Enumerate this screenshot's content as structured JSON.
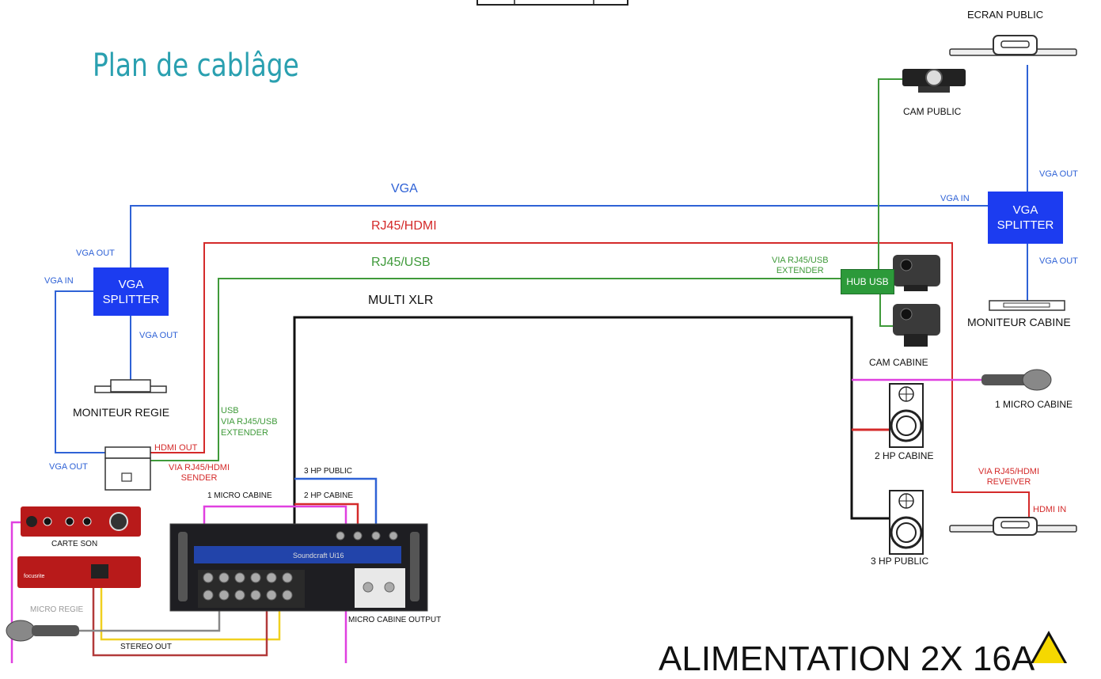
{
  "title": "Plan de cablâge",
  "colors": {
    "vga": "#2f62d6",
    "rj45_hdmi": "#d42a2a",
    "rj45_usb": "#3f9a3a",
    "multi_xlr": "#111111",
    "micro": "#e040e0",
    "stereo": "#f0d020",
    "grey": "#888888",
    "splitter": "#1c3cf0",
    "hub": "#2c9a3a",
    "title": "#2aa0b0"
  },
  "cables": {
    "vga": "VGA",
    "rj45_hdmi": "RJ45/HDMI",
    "rj45_usb": "RJ45/USB",
    "multi_xlr": "MULTI XLR"
  },
  "devices": {
    "ecran_public": "ECRAN PUBLIC",
    "cam_public": "CAM PUBLIC",
    "vga_splitter_right": "VGA\nSPLITTER",
    "moniteur_cabine": "MONITEUR CABINE",
    "hub_usb": "HUB USB",
    "cam_cabine": "CAM CABINE",
    "micro_cabine_1": "1 MICRO CABINE",
    "hp_cabine_2": "2 HP CABINE",
    "hp_public_3": "3 HP PUBLIC",
    "vga_splitter_left": "VGA\nSPLITTER",
    "moniteur_regie": "MONITEUR REGIE",
    "carte_son": "CARTE SON",
    "micro_regie": "MICRO REGIE",
    "alimentation": "ALIMENTATION 2X 16A"
  },
  "ports": {
    "vga_out_right_top": "VGA OUT",
    "vga_in_right": "VGA IN",
    "vga_out_right_bottom": "VGA OUT",
    "via_rj45_usb_extender_right": "VIA RJ45/USB\nEXTENDER",
    "vga_out_left_top": "VGA OUT",
    "vga_in_left": "VGA IN",
    "vga_out_left_bottom": "VGA OUT",
    "vga_out_laptop": "VGA OUT",
    "hdmi_out": "HDMI OUT",
    "via_rj45_hdmi_sender": "VIA RJ45/HDMI\nSENDER",
    "usb_via_extender": "USB\nVIA RJ45/USB\nEXTENDER",
    "hp_public_3_mixer": "3 HP PUBLIC",
    "hp_cabine_2_mixer": "2 HP CABINE",
    "micro_cabine_1_mixer": "1 MICRO CABINE",
    "micro_cabine_output": "MICRO CABINE OUTPUT",
    "stereo_out": "STEREO OUT",
    "via_rj45_hdmi_receiver": "VIA RJ45/HDMI\nREVEIVER",
    "hdmi_in": "HDMI IN"
  }
}
